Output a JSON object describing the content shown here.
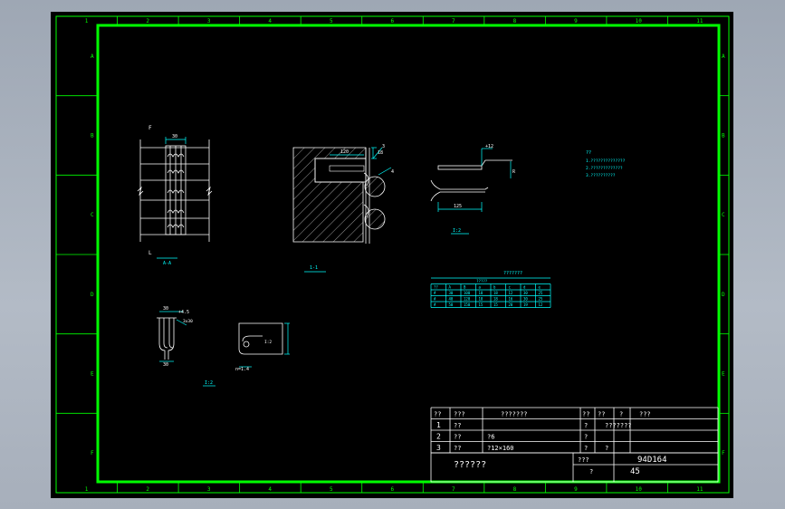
{
  "colors": {
    "frame": "#00ff00",
    "drawing": "#ffffff",
    "dimension": "#00ffff",
    "canvas": "#000000",
    "window": "#a8b0bc"
  },
  "zone_columns": [
    "1",
    "2",
    "3",
    "4",
    "5",
    "6",
    "7",
    "8",
    "9",
    "10",
    "11"
  ],
  "zone_rows": [
    "A",
    "B",
    "C",
    "D",
    "E",
    "F"
  ],
  "views": {
    "a_a": "A-A",
    "b_b": "1-1",
    "detail_left": "I:2",
    "detail_mid": "I:2",
    "detail_right": "I:2",
    "section_mark_top": "F",
    "section_mark_bottom": "L"
  },
  "dims": {
    "top_width": "30",
    "dim_120": "120",
    "dim_18": "18",
    "dim_plus12": "+12",
    "dim_125": "125",
    "dim_r_half": "R",
    "leader_3": "3",
    "leader_4": "4",
    "small_30a": "30",
    "small_30b": "30",
    "small_45": "+4.5",
    "small_pattern": "3x30",
    "small_nt": "n=1.4"
  },
  "notes_block": {
    "title": "??",
    "lines": [
      "1.??????????????",
      "2.?????????????",
      "3.??????????"
    ]
  },
  "param_table": {
    "title": "???????",
    "subheader": "?????",
    "headers": [
      "??",
      "A",
      "B",
      "a",
      "b",
      "c",
      "d",
      "e"
    ],
    "rows": [
      [
        "30",
        "100",
        "18",
        "18",
        "12",
        "30",
        "25"
      ],
      [
        "40",
        "120",
        "18",
        "18",
        "16",
        "30",
        "25"
      ],
      [
        "50",
        "150",
        "15",
        "15",
        "20",
        "19",
        "12"
      ]
    ]
  },
  "title_block": {
    "header": [
      "??",
      "???",
      "???????",
      "??",
      "??",
      "?",
      "???"
    ],
    "rows": [
      {
        "no": "1",
        "code": "??",
        "name": "",
        "qty": "?",
        "note": "???????"
      },
      {
        "no": "2",
        "code": "??",
        "name": "?6",
        "qty": "?",
        "note": ""
      },
      {
        "no": "3",
        "code": "??",
        "name": "?12×160",
        "qty": "?",
        "note": "?"
      }
    ],
    "drawing_name": "??????",
    "drawing_no_label": "???",
    "drawing_no": "94D164",
    "page_label": "?",
    "page_no": "45"
  }
}
